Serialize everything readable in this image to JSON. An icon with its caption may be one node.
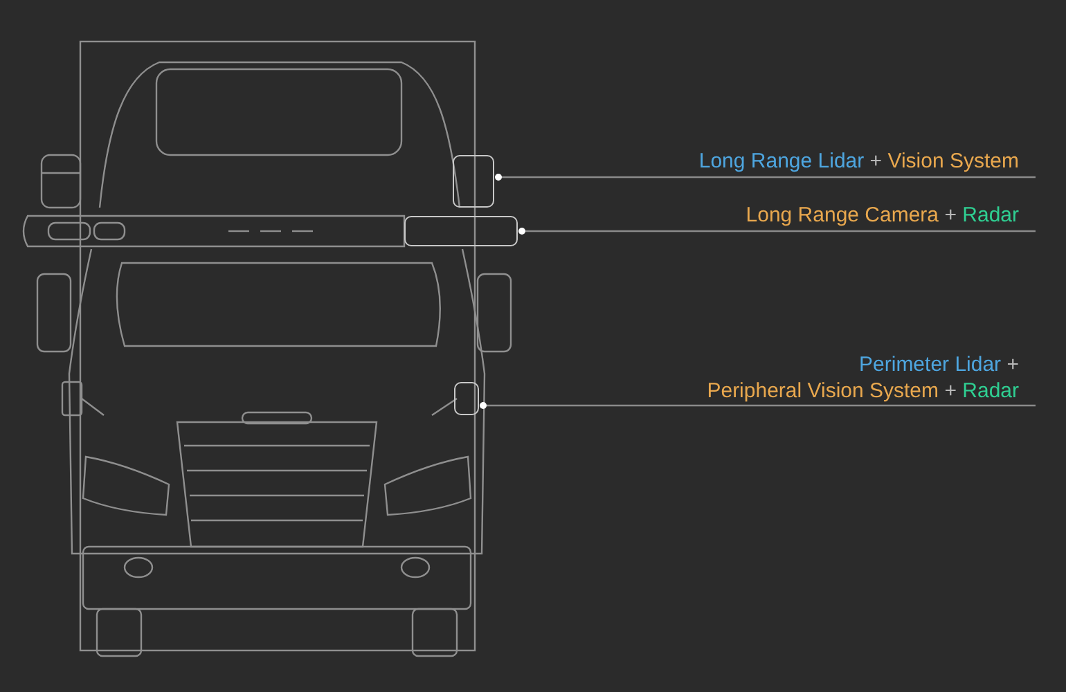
{
  "diagram": {
    "nodes": [
      {
        "text": [
          "Long Range Lidar",
          "+",
          "Vision System"
        ]
      },
      {
        "text": [
          "Long Range Camera",
          "+",
          "Radar"
        ]
      },
      {
        "text": [
          "Perimeter Lidar",
          "+",
          "Peripheral Vision System",
          "+",
          "Radar"
        ]
      },
      {
        "text": [],
        "shape": "box"
      },
      {
        "text": [],
        "shape": "box"
      },
      {
        "text": [],
        "shape": "box"
      }
    ],
    "edges": [
      {
        "from": 0,
        "to": 3,
        "arrow": "other"
      },
      {
        "from": 1,
        "to": 4,
        "arrow": "other"
      },
      {
        "from": 2,
        "to": 5,
        "arrow": "other"
      }
    ]
  }
}
